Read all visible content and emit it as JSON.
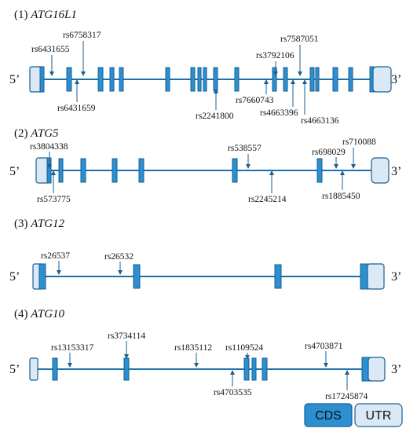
{
  "panels": [
    {
      "title_prefix": "(1) ",
      "gene": "ATG16L1",
      "five_prime": "5’",
      "three_prime": "3’",
      "snps": [
        "rs6431655",
        "rs6758317",
        "rs6431659",
        "rs3792106",
        "rs7587051",
        "rs7660743",
        "rs2241800",
        "rs4663396",
        "rs4663136"
      ]
    },
    {
      "title_prefix": "(2) ",
      "gene": "ATG5",
      "five_prime": "5’",
      "three_prime": "3’",
      "snps": [
        "rs3804338",
        "rs573775",
        "rs538557",
        "rs2245214",
        "rs698029",
        "rs710088",
        "rs1885450"
      ]
    },
    {
      "title_prefix": "(3) ",
      "gene": "ATG12",
      "five_prime": "5’",
      "three_prime": "3’",
      "snps": [
        "rs26537",
        "rs26532"
      ]
    },
    {
      "title_prefix": "(4) ",
      "gene": "ATG10",
      "five_prime": "5’",
      "three_prime": "3’",
      "snps": [
        "rs13153317",
        "rs3734114",
        "rs1835112",
        "rs1109524",
        "rs4703871",
        "rs4703535",
        "rs17245874"
      ]
    }
  ],
  "legend": {
    "cds": "CDS",
    "utr": "UTR",
    "cds_color": "#2b8fd0",
    "utr_color": "#dbe8f5"
  }
}
